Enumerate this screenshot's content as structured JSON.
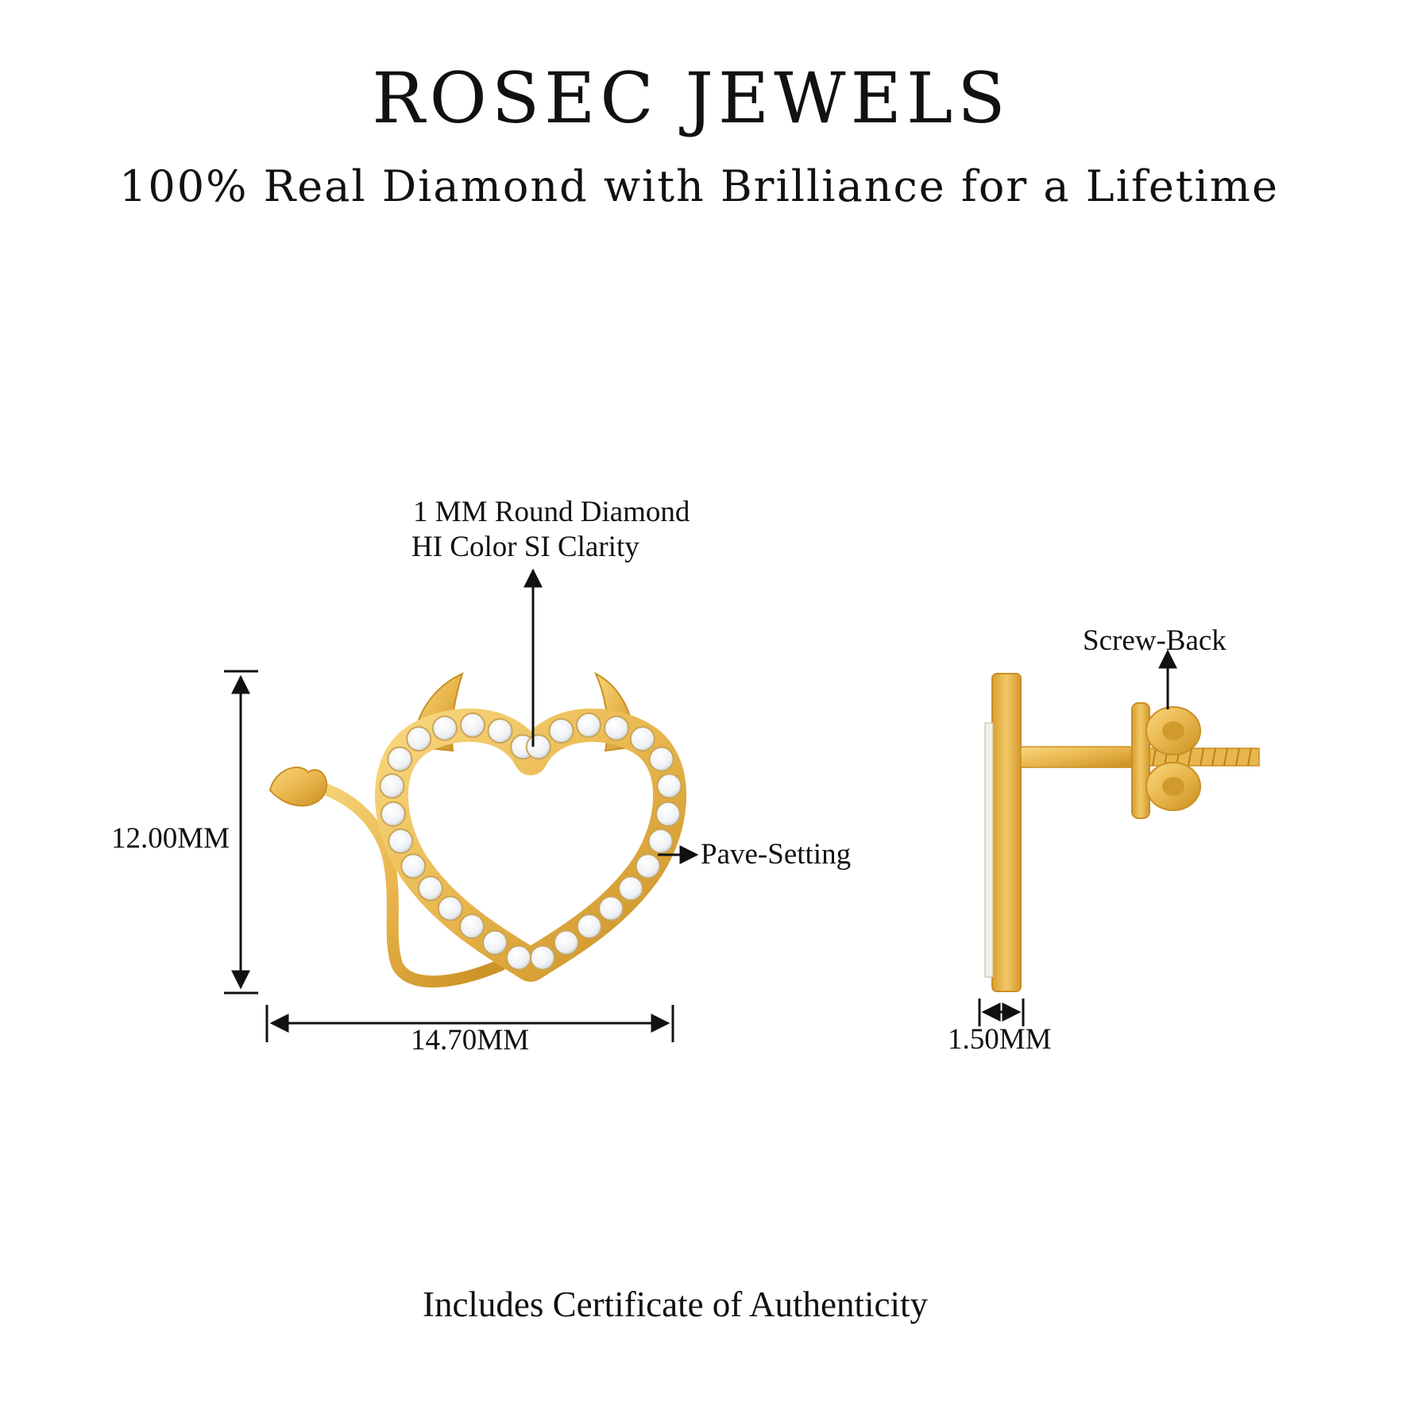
{
  "header": {
    "brand": "ROSEC JEWELS",
    "tagline": "100% Real Diamond with Brilliance for a Lifetime"
  },
  "callouts": {
    "diamond_line1": "1 MM Round Diamond",
    "diamond_line2": "HI Color SI Clarity",
    "pave": "Pave-Setting",
    "screw_back": "Screw-Back"
  },
  "dimensions": {
    "height": "12.00MM",
    "width": "14.70MM",
    "thickness": "1.50MM"
  },
  "footer": {
    "certificate": "Includes Certificate of Authenticity"
  },
  "colors": {
    "gold": "#e8b64c",
    "gold_dark": "#c98f22",
    "gold_light": "#f8d77e",
    "diamond": "#f4f6f8",
    "ink": "#111111"
  }
}
